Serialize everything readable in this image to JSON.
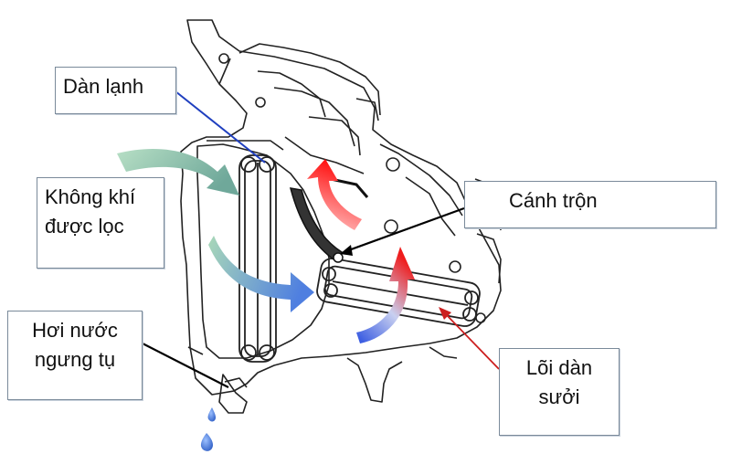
{
  "labels": {
    "evaporator": "Dàn lạnh",
    "filtered_air_line1": "Không khí",
    "filtered_air_line2": "được lọc",
    "condensate_line1": "Hơi nước",
    "condensate_line2": "ngưng tụ",
    "blend_door": "Cánh trộn",
    "heater_core_line1": "Lõi dàn",
    "heater_core_line2": "sưởi"
  },
  "colors": {
    "line_art": "#222222",
    "evaporator_leader": "#1f3fbf",
    "heater_leader": "#cc1f1f",
    "black_leader": "#000000",
    "filtered_air_arrow_start": "#9fd0b0",
    "filtered_air_arrow_end": "#5b86d6",
    "cold_air_arrow": "#4a64d8",
    "hot_air_arrow": "#ef1c1c",
    "blend_door": "#333333",
    "water_drop": "#3f6fd0"
  }
}
